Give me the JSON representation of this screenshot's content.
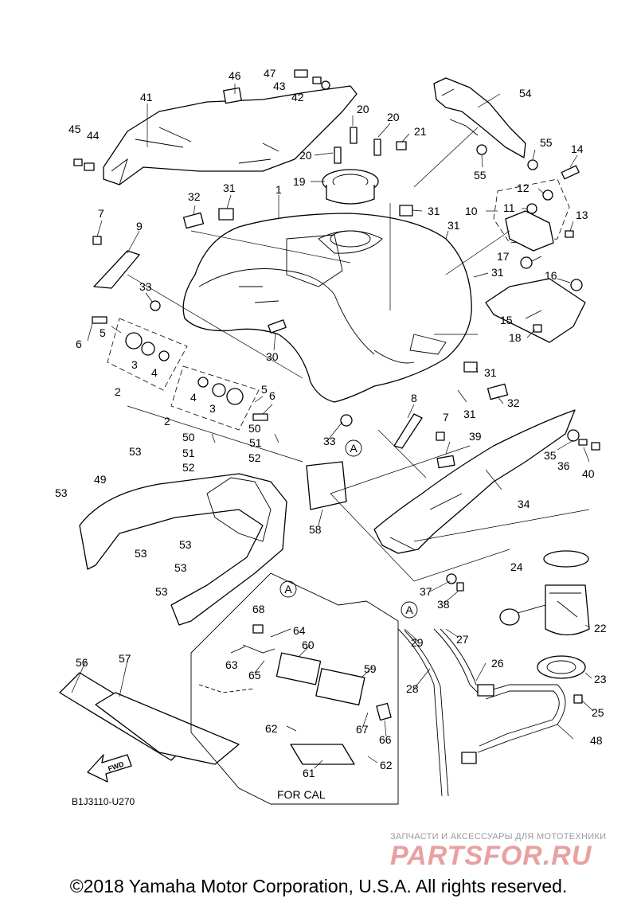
{
  "copyright": "©2018 Yamaha Motor Corporation, U.S.A. All rights reserved.",
  "diagram_code": "B1J3110-U270",
  "for_cal_label": "FOR CAL",
  "fwd_label": "FWD",
  "watermark": {
    "tagline": "ЗАПЧАСТИ И АКСЕССУАРЫ ДЛЯ МОТОТЕХНИКИ",
    "brand": "PARTSFOR.RU"
  },
  "circle_marks": [
    "A",
    "A",
    "A"
  ],
  "callouts": [
    {
      "n": "1"
    },
    {
      "n": "2"
    },
    {
      "n": "2"
    },
    {
      "n": "3"
    },
    {
      "n": "3"
    },
    {
      "n": "4"
    },
    {
      "n": "4"
    },
    {
      "n": "5"
    },
    {
      "n": "5"
    },
    {
      "n": "6"
    },
    {
      "n": "6"
    },
    {
      "n": "7"
    },
    {
      "n": "7"
    },
    {
      "n": "8"
    },
    {
      "n": "9"
    },
    {
      "n": "10"
    },
    {
      "n": "11"
    },
    {
      "n": "12"
    },
    {
      "n": "13"
    },
    {
      "n": "14"
    },
    {
      "n": "15"
    },
    {
      "n": "16"
    },
    {
      "n": "17"
    },
    {
      "n": "18"
    },
    {
      "n": "19"
    },
    {
      "n": "20"
    },
    {
      "n": "20"
    },
    {
      "n": "20"
    },
    {
      "n": "21"
    },
    {
      "n": "22"
    },
    {
      "n": "23"
    },
    {
      "n": "24"
    },
    {
      "n": "25"
    },
    {
      "n": "26"
    },
    {
      "n": "27"
    },
    {
      "n": "28"
    },
    {
      "n": "29"
    },
    {
      "n": "30"
    },
    {
      "n": "31"
    },
    {
      "n": "31"
    },
    {
      "n": "31"
    },
    {
      "n": "31"
    },
    {
      "n": "31"
    },
    {
      "n": "31"
    },
    {
      "n": "32"
    },
    {
      "n": "32"
    },
    {
      "n": "33"
    },
    {
      "n": "33"
    },
    {
      "n": "34"
    },
    {
      "n": "35"
    },
    {
      "n": "36"
    },
    {
      "n": "37"
    },
    {
      "n": "38"
    },
    {
      "n": "39"
    },
    {
      "n": "40"
    },
    {
      "n": "41"
    },
    {
      "n": "42"
    },
    {
      "n": "43"
    },
    {
      "n": "44"
    },
    {
      "n": "45"
    },
    {
      "n": "46"
    },
    {
      "n": "47"
    },
    {
      "n": "48"
    },
    {
      "n": "49"
    },
    {
      "n": "50"
    },
    {
      "n": "50"
    },
    {
      "n": "51"
    },
    {
      "n": "51"
    },
    {
      "n": "52"
    },
    {
      "n": "52"
    },
    {
      "n": "53"
    },
    {
      "n": "53"
    },
    {
      "n": "53"
    },
    {
      "n": "53"
    },
    {
      "n": "53"
    },
    {
      "n": "53"
    },
    {
      "n": "54"
    },
    {
      "n": "55"
    },
    {
      "n": "55"
    },
    {
      "n": "56"
    },
    {
      "n": "57"
    },
    {
      "n": "58"
    },
    {
      "n": "59"
    },
    {
      "n": "60"
    },
    {
      "n": "61"
    },
    {
      "n": "62"
    },
    {
      "n": "62"
    },
    {
      "n": "63"
    },
    {
      "n": "64"
    },
    {
      "n": "65"
    },
    {
      "n": "66"
    },
    {
      "n": "67"
    },
    {
      "n": "68"
    }
  ]
}
